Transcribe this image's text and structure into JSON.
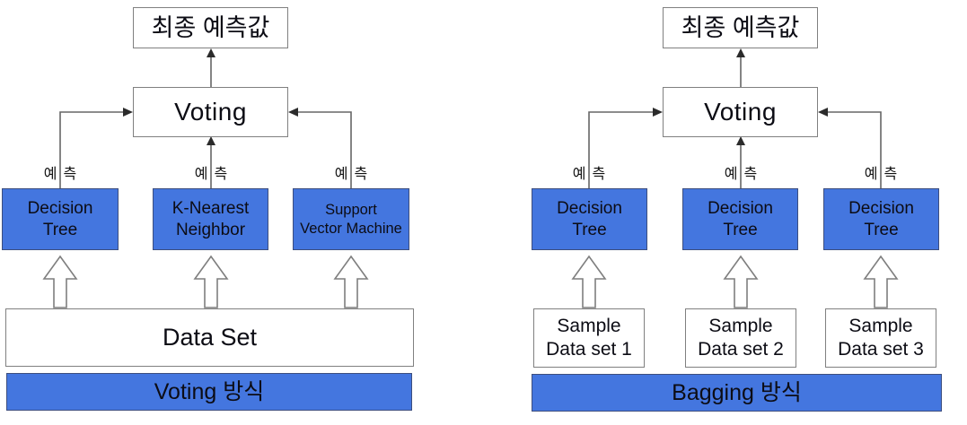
{
  "colors": {
    "box_blue": "#4476DF",
    "line_gray": "#666666",
    "border_gray": "#7f7f7f",
    "blue_border": "#3d4e7e"
  },
  "left": {
    "final": "최종 예측값",
    "voting": "Voting",
    "predict": "예측",
    "models": [
      {
        "line1": "Decision",
        "line2": "Tree"
      },
      {
        "line1": "K-Nearest",
        "line2": "Neighbor"
      },
      {
        "line1": "Support",
        "line2": "Vector Machine"
      }
    ],
    "dataset": "Data Set",
    "caption": "Voting  방식"
  },
  "right": {
    "final": "최종 예측값",
    "voting": "Voting",
    "predict": "예측",
    "models": [
      {
        "line1": "Decision",
        "line2": "Tree"
      },
      {
        "line1": "Decision",
        "line2": "Tree"
      },
      {
        "line1": "Decision",
        "line2": "Tree"
      }
    ],
    "samples": [
      {
        "line1": "Sample",
        "line2": "Data set 1"
      },
      {
        "line1": "Sample",
        "line2": "Data set 2"
      },
      {
        "line1": "Sample",
        "line2": "Data set 3"
      }
    ],
    "caption": "Bagging  방식"
  }
}
